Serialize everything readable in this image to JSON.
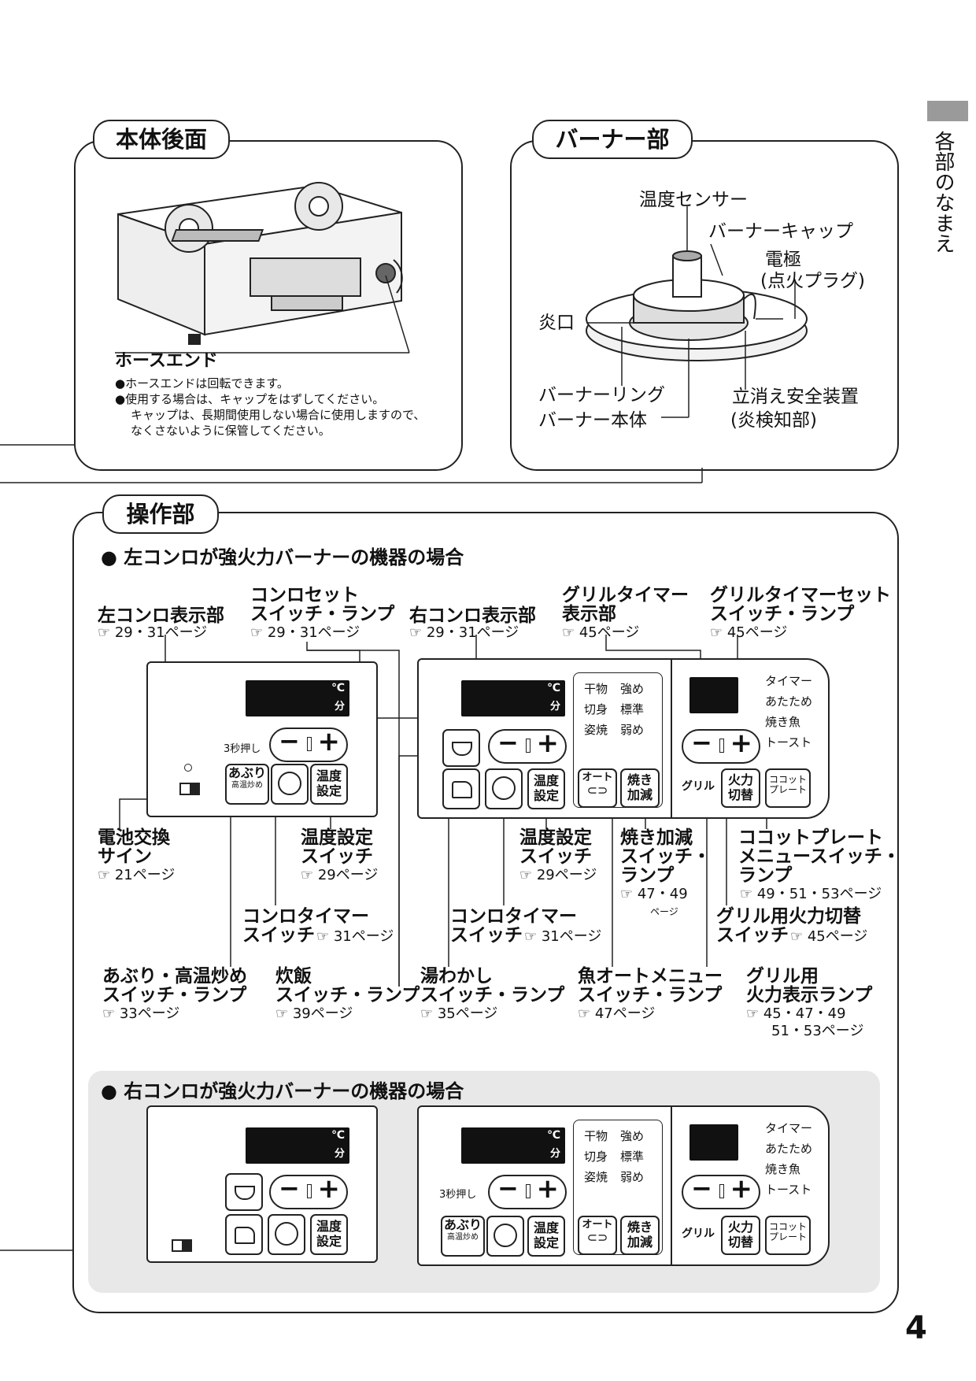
{
  "side_tab": {
    "label": "各部のなまえ"
  },
  "page_number": "4",
  "rear": {
    "title": "本体後面",
    "hose_end": "ホースエンド",
    "notes": [
      "●ホースエンドは回転できます。",
      "●使用する場合は、キャップをはずしてください。",
      "キャップは、長期間使用しない場合に使用しますので、",
      "なくさないように保管してください。"
    ]
  },
  "burner": {
    "title": "バーナー部",
    "labels": {
      "temp_sensor": "温度センサー",
      "burner_cap": "バーナーキャップ",
      "electrode": "電極",
      "ignition_plug": "(点火プラグ)",
      "flame_port": "炎口",
      "burner_ring": "バーナーリング",
      "burner_body": "バーナー本体",
      "safety_device": "立消え安全装置",
      "flame_detector": "(炎検知部)"
    }
  },
  "controls": {
    "title": "操作部",
    "heading_left": "● 左コンロが強火力バーナーの機器の場合",
    "heading_right": "● 右コンロが強火力バーナーの機器の場合",
    "labels": {
      "left_display": {
        "name": "左コンロ表示部",
        "ref": "☞ 29・31ページ"
      },
      "konro_set": {
        "line1": "コンロセット",
        "line2": "スイッチ・ランプ",
        "ref": "☞ 29・31ページ"
      },
      "right_display": {
        "name": "右コンロ表示部",
        "ref": "☞ 29・31ページ"
      },
      "grill_timer_disp": {
        "line1": "グリルタイマー",
        "line2": "表示部",
        "ref": "☞ 45ページ"
      },
      "grill_timer_set": {
        "line1": "グリルタイマーセット",
        "line2": "スイッチ・ランプ",
        "ref": "☞ 45ページ"
      },
      "battery": {
        "line1": "電池交換",
        "line2": "サイン",
        "ref": "☞ 21ページ"
      },
      "temp_set_left": {
        "line1": "温度設定",
        "line2": "スイッチ",
        "ref": "☞ 29ページ"
      },
      "temp_set_right": {
        "line1": "温度設定",
        "line2": "スイッチ",
        "ref": "☞ 29ページ"
      },
      "yaki_kagen": {
        "line1": "焼き加減",
        "line2": "スイッチ・",
        "line3": "ランプ",
        "ref": "☞ 47・49",
        "ref2": "ページ"
      },
      "cocotte": {
        "line1": "ココットプレート",
        "line2": "メニュースイッチ・",
        "line3": "ランプ",
        "ref": "☞ 49・51・53ページ"
      },
      "konro_timer_left": {
        "line1": "コンロタイマー",
        "line2": "スイッチ",
        "ref": "☞ 31ページ"
      },
      "konro_timer_right": {
        "line1": "コンロタイマー",
        "line2": "スイッチ",
        "ref": "☞ 31ページ"
      },
      "grill_fire_switch": {
        "line1": "グリル用火力切替",
        "line2": "スイッチ",
        "ref": "☞ 45ページ"
      },
      "aburi": {
        "line1": "あぶり・高温炒め",
        "line2": "スイッチ・ランプ",
        "ref": "☞ 33ページ"
      },
      "suihan": {
        "line1": "炊飯",
        "line2": "スイッチ・ランプ",
        "ref": "☞ 39ページ"
      },
      "yuwakashi": {
        "line1": "湯わかし",
        "line2": "スイッチ・ランプ",
        "ref": "☞ 35ページ"
      },
      "sakana_auto": {
        "line1": "魚オートメニュー",
        "line2": "スイッチ・ランプ",
        "ref": "☞ 47ページ"
      },
      "grill_fire_lamp": {
        "line1": "グリル用",
        "line2": "火力表示ランプ",
        "ref": "☞ 45・47・49",
        "ref2": "51・53ページ"
      }
    },
    "panel": {
      "unit_c": "℃",
      "unit_min": "分",
      "hold3": "3秒押し",
      "aburi_btn": "あぶり",
      "aburi_sub": "高温炒め",
      "temp_btn": [
        "温度",
        "設定"
      ],
      "auto_btn": "オート",
      "yaki_btn": [
        "焼き",
        "加減"
      ],
      "grill_label": "グリル",
      "karyoku_btn": [
        "火力",
        "切替"
      ],
      "cocotte_btn": [
        "ココット",
        "プレート"
      ],
      "menu_left": [
        "干物",
        "切身",
        "姿焼"
      ],
      "menu_right": [
        "強め",
        "標準",
        "弱め"
      ],
      "grill_menu": [
        "タイマー",
        "あたため",
        "焼き魚",
        "トースト"
      ]
    }
  }
}
